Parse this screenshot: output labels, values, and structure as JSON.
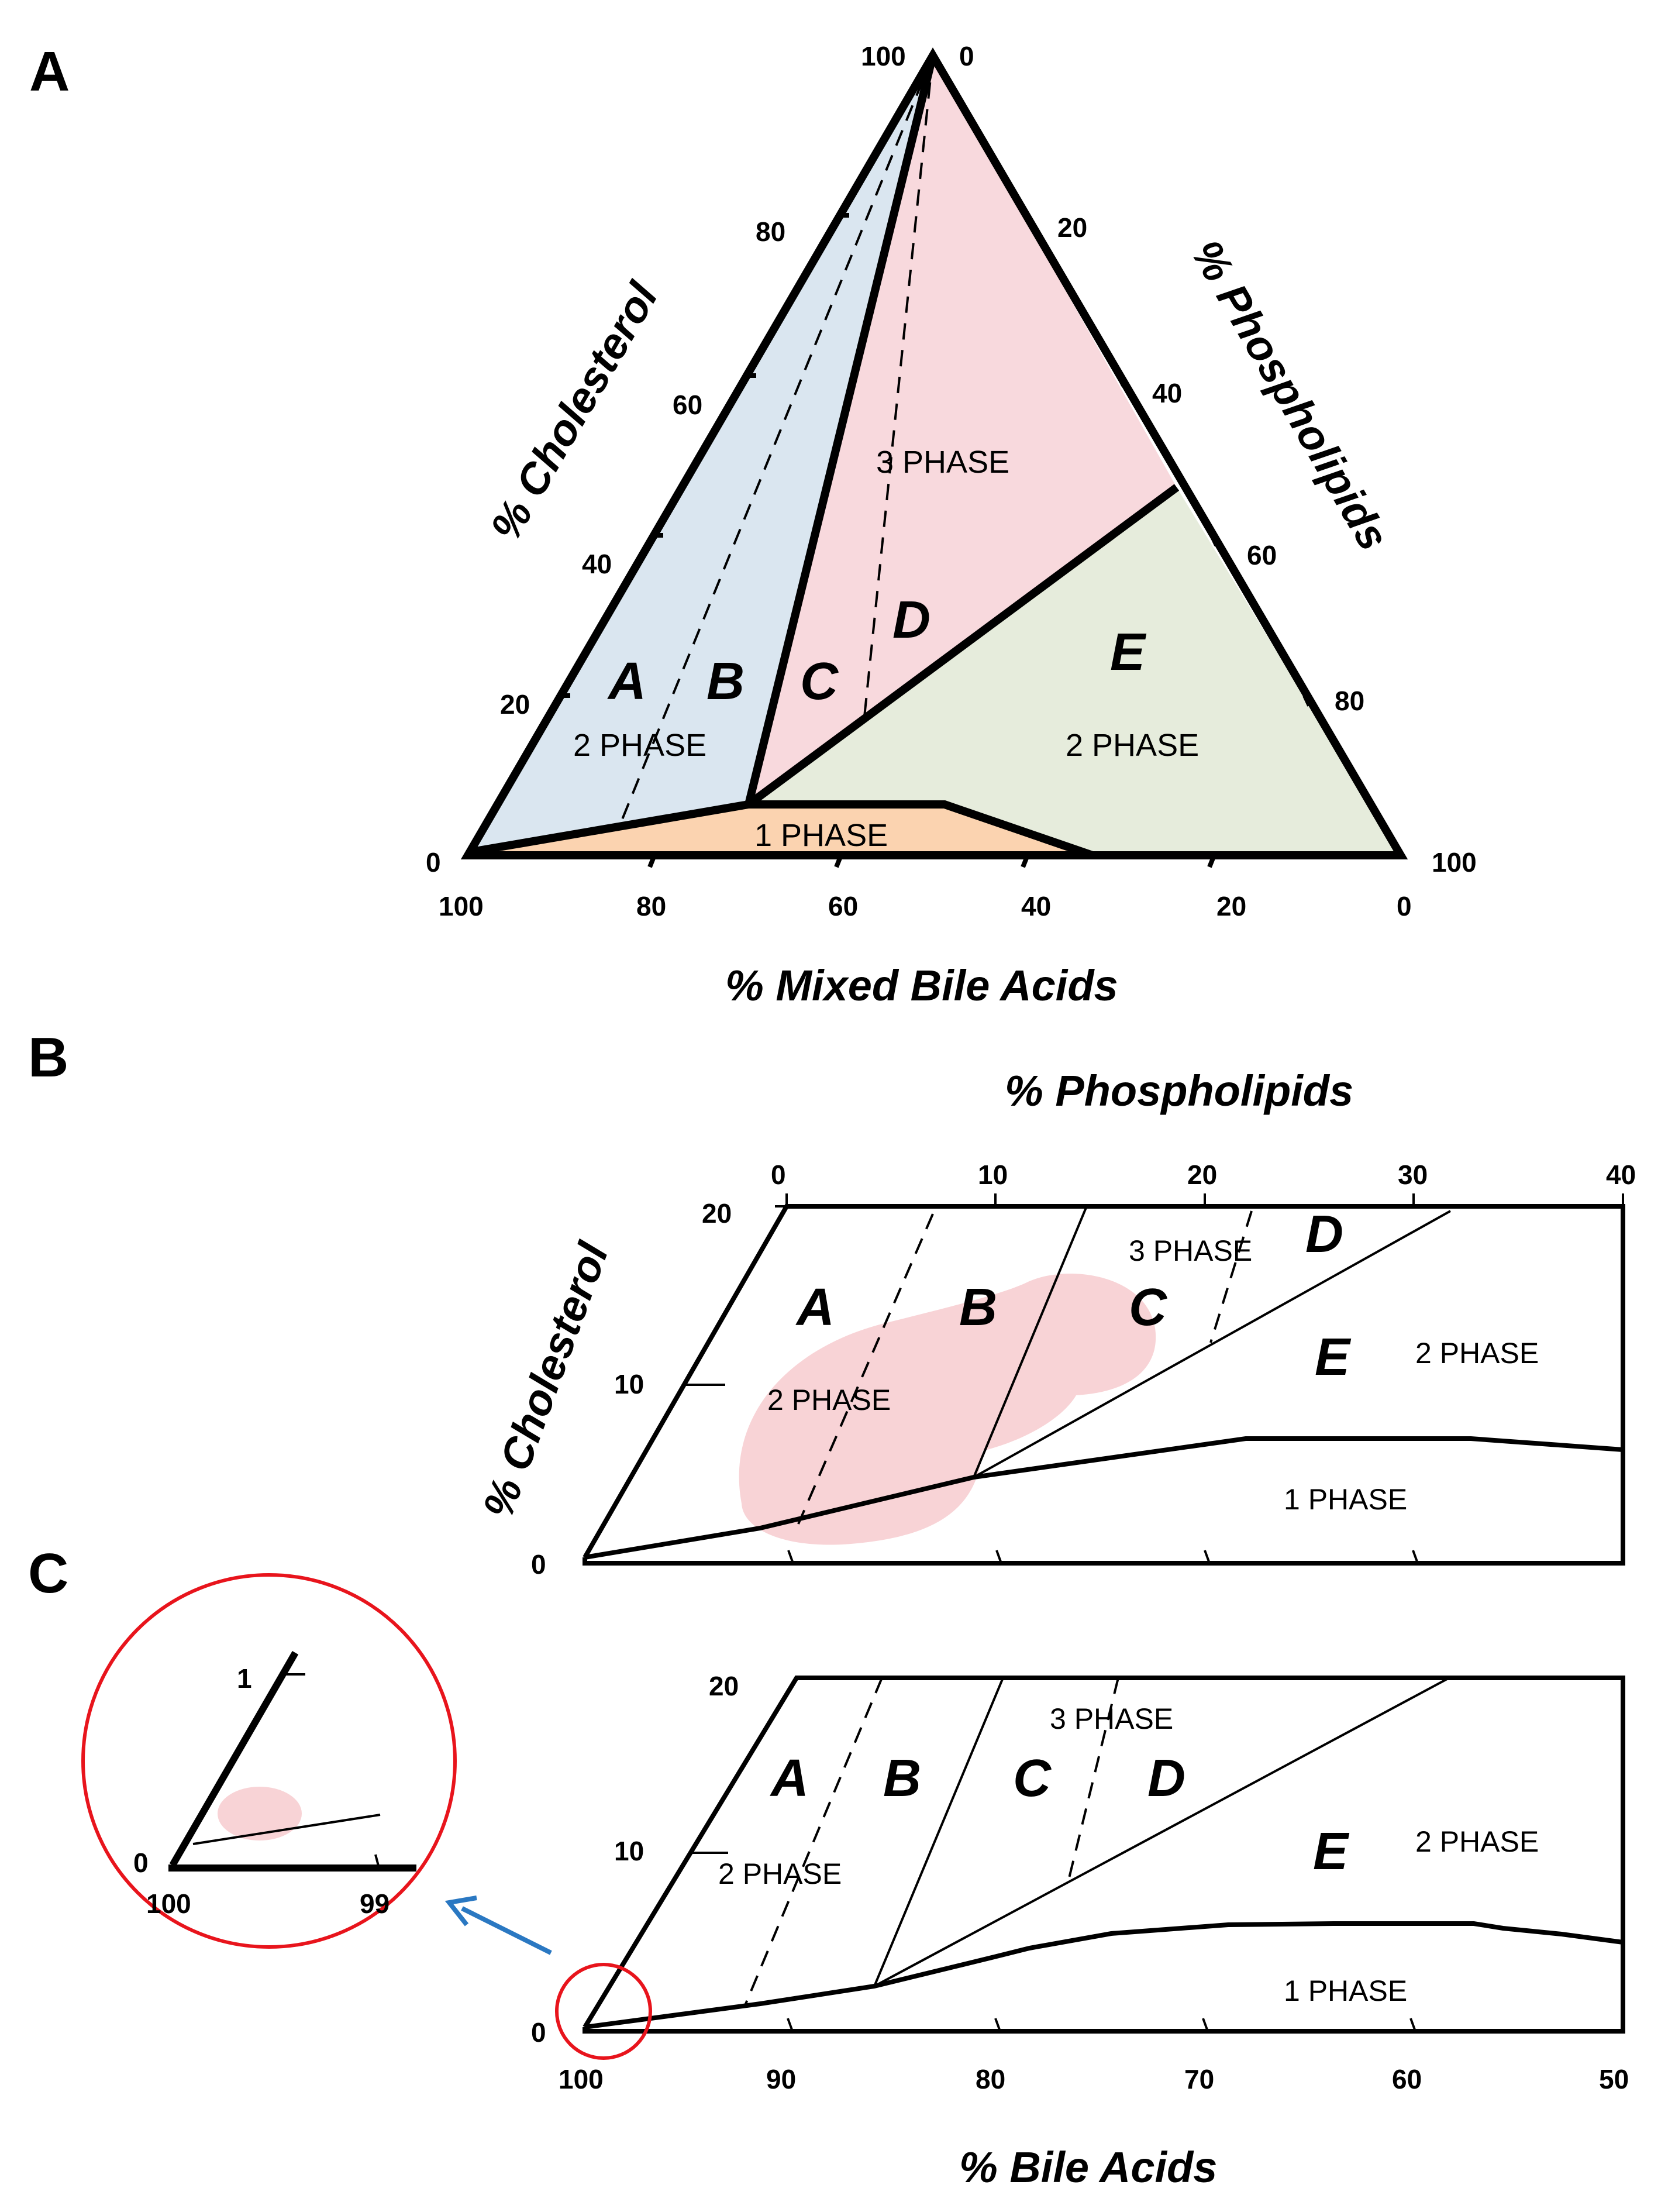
{
  "panels": {
    "a": {
      "letter": "A",
      "top_vertex_left_label": "100",
      "top_vertex_right_label": "0",
      "left_axis_title": "% Cholesterol",
      "right_axis_title": "% Phospholipids",
      "bottom_axis_title": "% Mixed Bile Acids",
      "left_ticks": [
        "80",
        "60",
        "40",
        "20",
        "0"
      ],
      "right_ticks": [
        "20",
        "40",
        "60",
        "80",
        "100"
      ],
      "bottom_ticks": [
        "100",
        "80",
        "60",
        "40",
        "20",
        "0"
      ],
      "regions": {
        "A": "A",
        "B": "B",
        "C": "C",
        "D": "D",
        "E": "E",
        "phase_2_left": "2 PHASE",
        "phase_3": "3 PHASE",
        "phase_2_right": "2 PHASE",
        "phase_1": "1 PHASE"
      },
      "colors": {
        "ab_region": "#dae6f0",
        "cd_region": "#f8d9dd",
        "e_region": "#e6ecdc",
        "one_phase": "#fbd3b0"
      }
    },
    "b": {
      "letter": "B",
      "top_axis_title": "% Phospholipids",
      "top_ticks": [
        "0",
        "10",
        "20",
        "30",
        "40"
      ],
      "left_axis_title": "% Cholesterol",
      "left_ticks": [
        "20",
        "10",
        "0"
      ],
      "regions": {
        "A": "A",
        "B": "B",
        "C": "C",
        "D": "D",
        "E": "E",
        "phase_2_left": "2 PHASE",
        "phase_3": "3 PHASE",
        "phase_2_right": "2 PHASE",
        "phase_1": "1 PHASE"
      },
      "colors": {
        "highlight": "#f8d3d6"
      }
    },
    "c": {
      "letter": "C",
      "left_ticks": [
        "20",
        "10",
        "0"
      ],
      "bottom_ticks": [
        "100",
        "90",
        "80",
        "70",
        "60",
        "50"
      ],
      "bottom_axis_title": "% Bile Acids",
      "regions": {
        "A": "A",
        "B": "B",
        "C": "C",
        "D": "D",
        "E": "E",
        "phase_2_left": "2 PHASE",
        "phase_3": "3 PHASE",
        "phase_2_right": "2 PHASE",
        "phase_1": "1 PHASE"
      },
      "inset": {
        "tick_1": "1",
        "tick_0": "0",
        "tick_100": "100",
        "tick_99": "99",
        "colors": {
          "circle": "#e8141c",
          "arrow": "#2a78c2",
          "highlight": "#f8d3d6"
        }
      }
    }
  }
}
